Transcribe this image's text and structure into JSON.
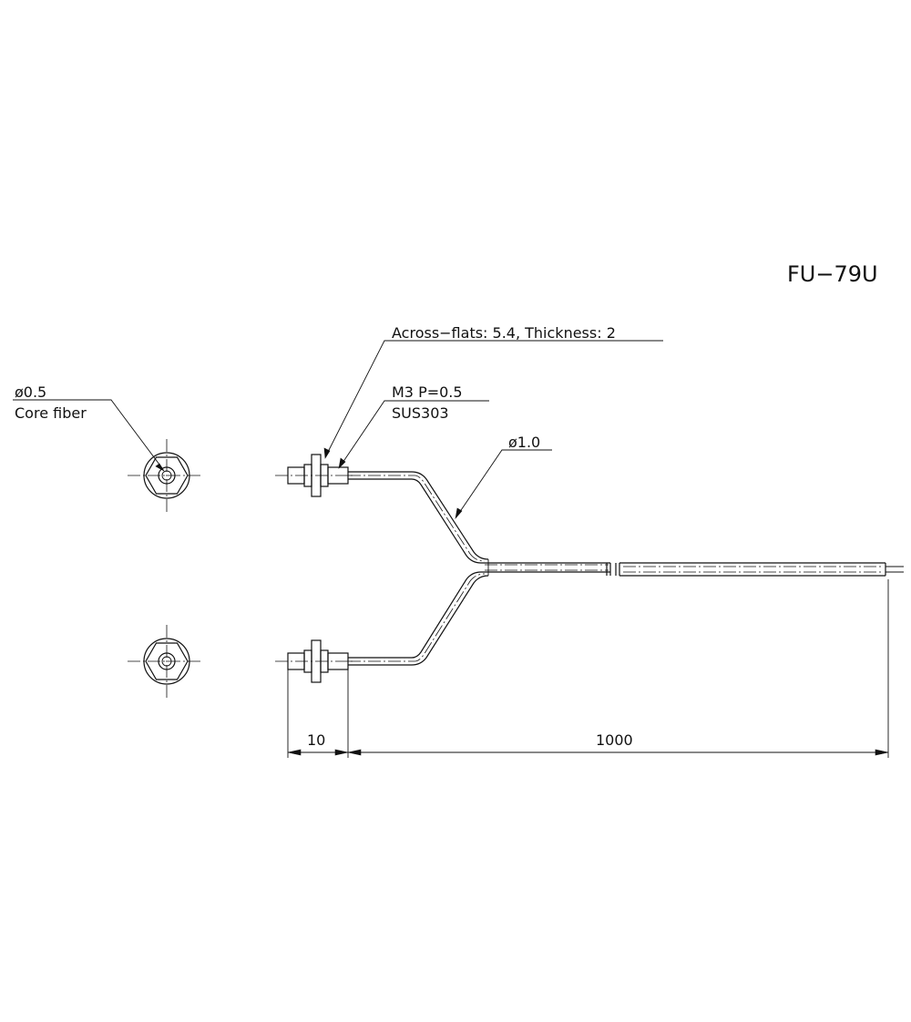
{
  "model": "FU−79U",
  "labels": {
    "core_diameter": "ø0.5",
    "core_fiber": "Core fiber",
    "nut_spec": "Across−flats: 5.4, Thickness: 2",
    "thread_spec": "M3 P=0.5",
    "material": "SUS303",
    "cable_diameter": "ø1.0"
  },
  "dimensions": {
    "head_length": "10",
    "cable_length": "1000"
  }
}
